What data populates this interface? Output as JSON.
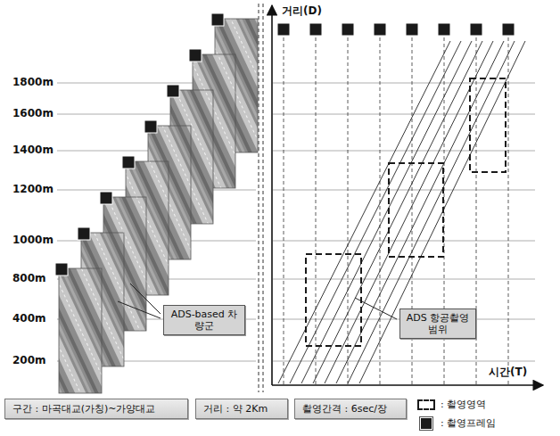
{
  "diagram": {
    "nodes": [
      {
        "text": [
          "ADS-based 차량군"
        ]
      },
      {
        "text": [
          "ADS 항공촬영범위"
        ]
      },
      {
        "text": [
          "구간 : 마곡대교(가칭)~가양대교"
        ]
      },
      {
        "text": [
          "거리 : 약 2Km"
        ]
      },
      {
        "text": [
          "촬영간격 : 6sec/장"
        ]
      }
    ],
    "labels": [
      "1800m",
      "1600m",
      "1400m",
      "1200m",
      "1000m",
      "800m",
      "400m",
      "200m",
      "거리(D)",
      "시간(T)"
    ],
    "legend": [
      {
        "text": ": 촬영영역"
      },
      {
        "text": ": 촬영프레임",
        "color": "#1a1a1a"
      }
    ]
  }
}
